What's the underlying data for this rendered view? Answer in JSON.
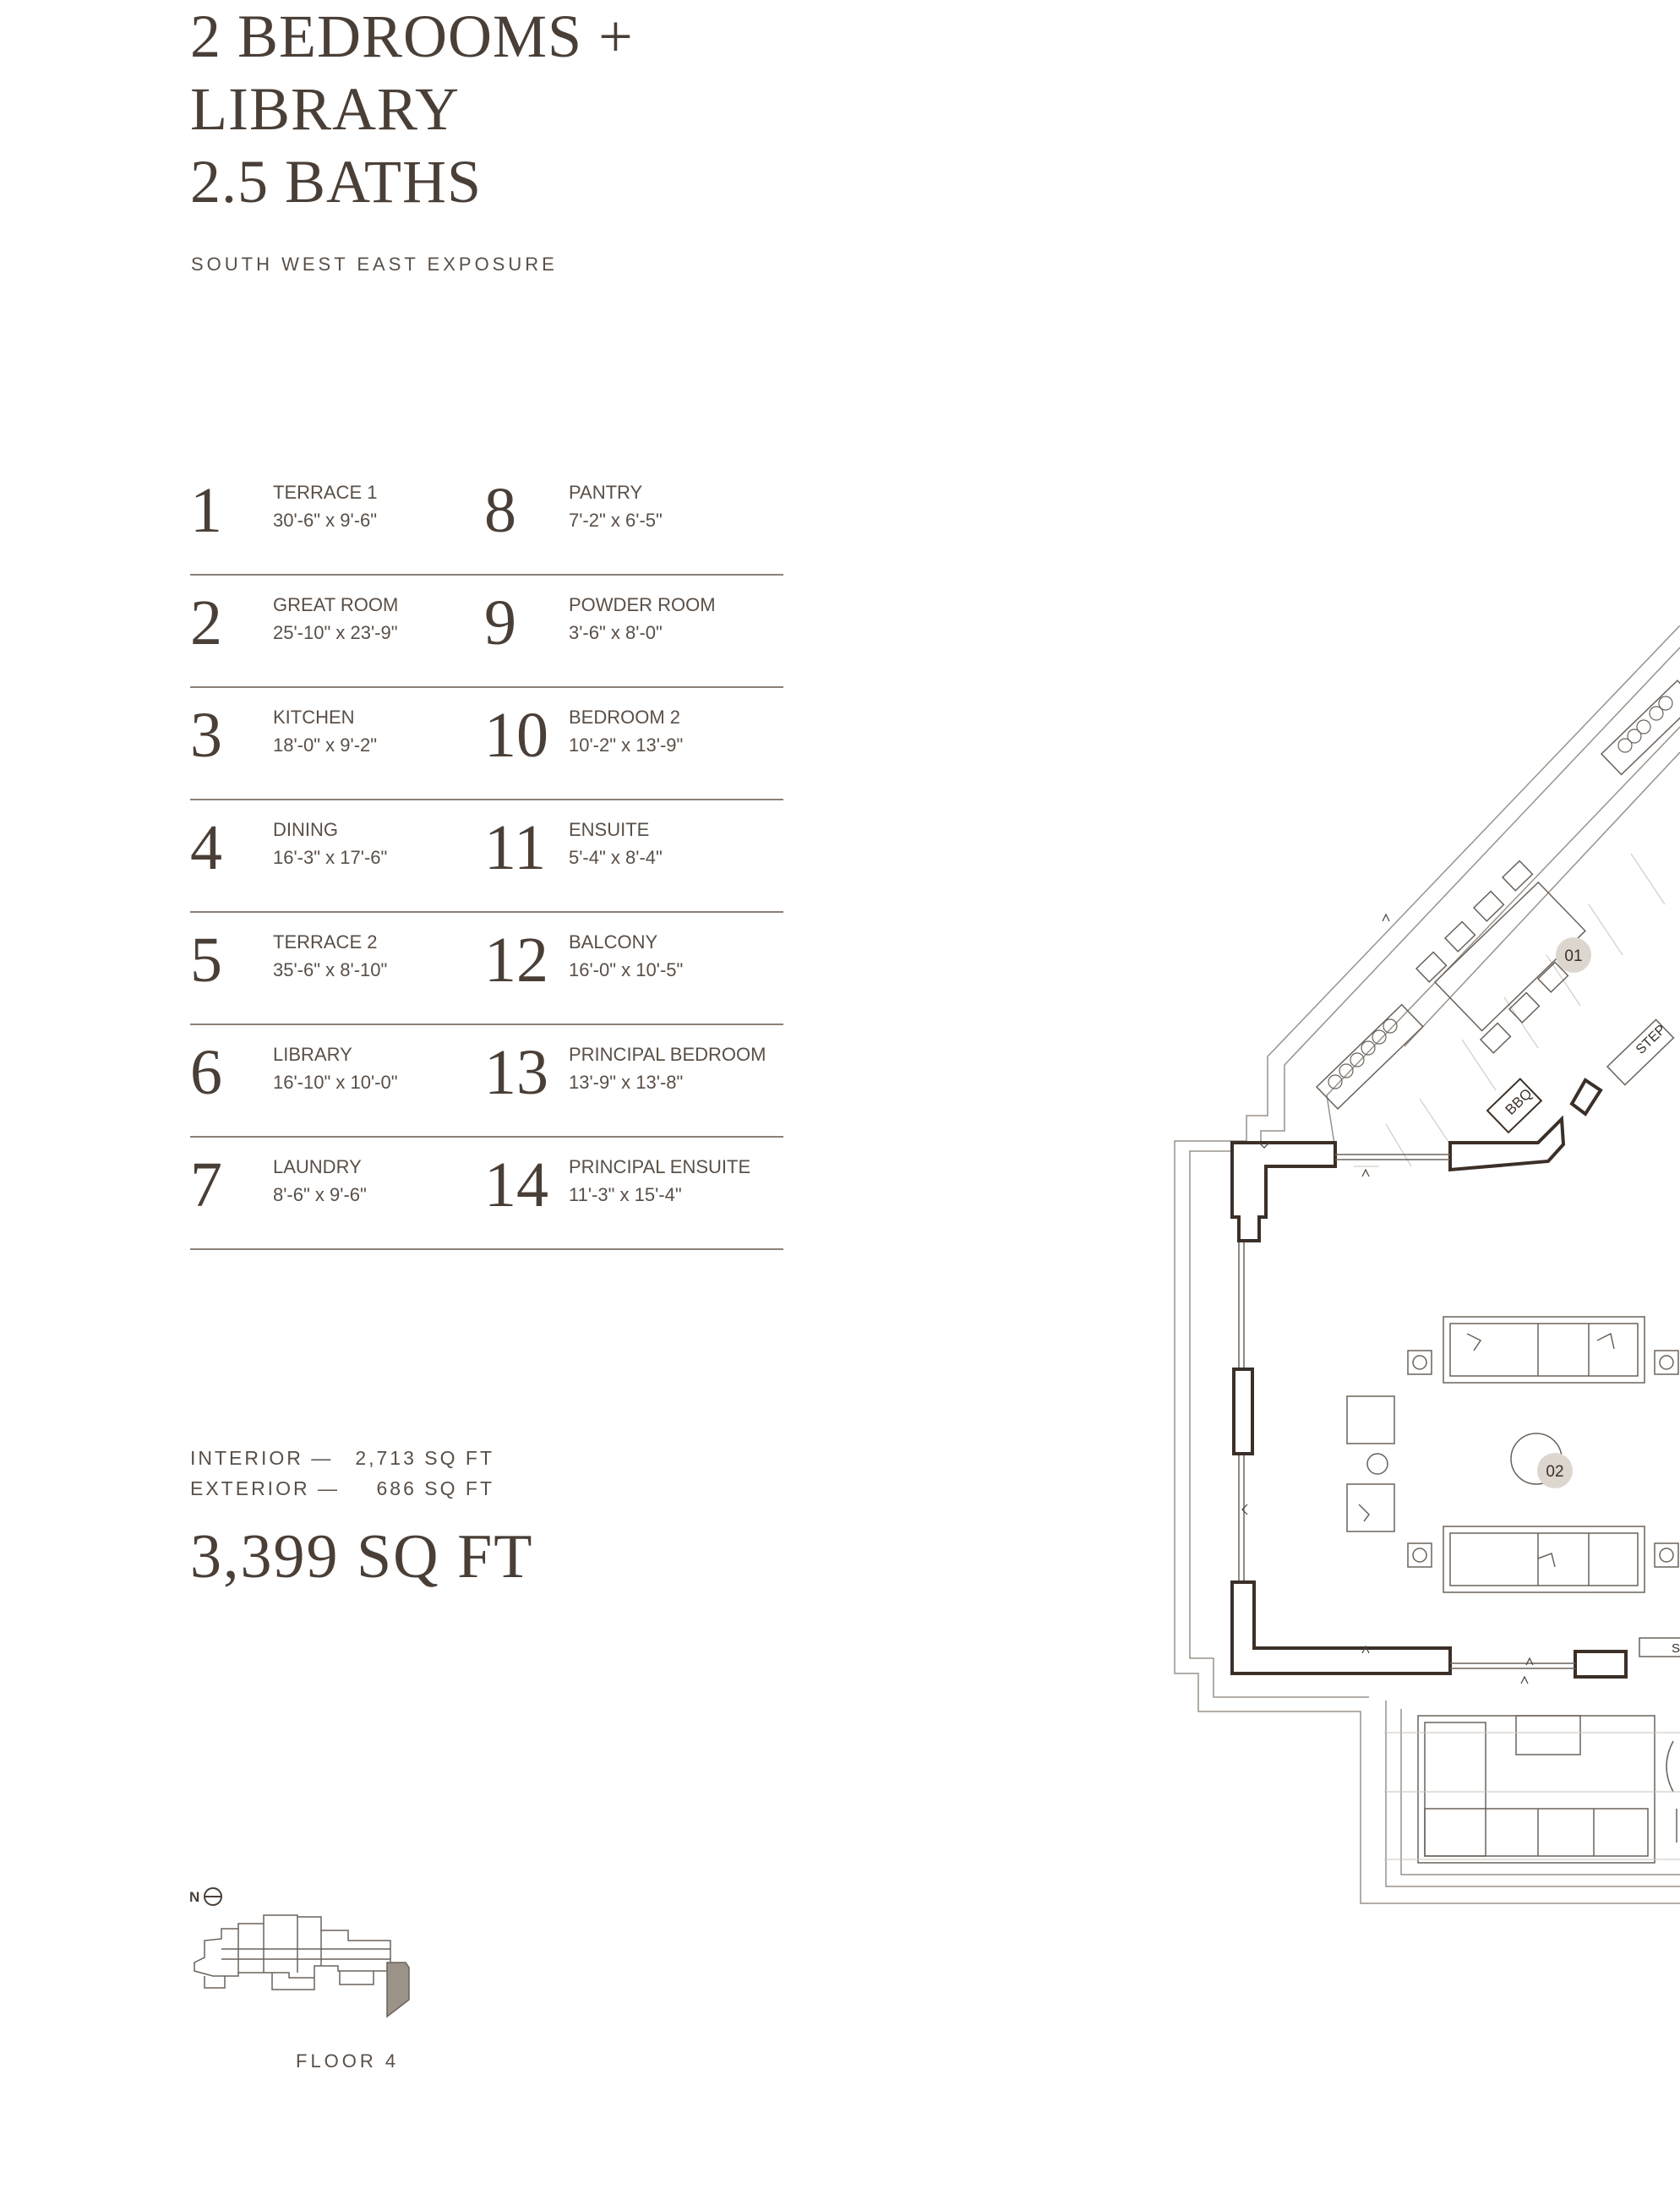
{
  "title": {
    "line1": "2 BEDROOMS +",
    "line2": "LIBRARY",
    "line3": "2.5 BATHS"
  },
  "exposure": "SOUTH WEST EAST EXPOSURE",
  "rooms": [
    {
      "num": "1",
      "name": "TERRACE 1",
      "dims": "30'-6\" x 9'-6\""
    },
    {
      "num": "8",
      "name": "PANTRY",
      "dims": "7'-2\" x 6'-5\""
    },
    {
      "num": "2",
      "name": "GREAT ROOM",
      "dims": "25'-10\" x 23'-9\""
    },
    {
      "num": "9",
      "name": "POWDER ROOM",
      "dims": "3'-6\" x 8'-0\""
    },
    {
      "num": "3",
      "name": "KITCHEN",
      "dims": "18'-0\" x 9'-2\""
    },
    {
      "num": "10",
      "name": "BEDROOM 2",
      "dims": "10'-2\" x 13'-9\""
    },
    {
      "num": "4",
      "name": "DINING",
      "dims": "16'-3\" x 17'-6\""
    },
    {
      "num": "11",
      "name": "ENSUITE",
      "dims": "5'-4\" x 8'-4\""
    },
    {
      "num": "5",
      "name": "TERRACE 2",
      "dims": "35'-6\" x 8'-10\""
    },
    {
      "num": "12",
      "name": "BALCONY",
      "dims": "16'-0\" x 10'-5\""
    },
    {
      "num": "6",
      "name": "LIBRARY",
      "dims": "16'-10\" x 10'-0\""
    },
    {
      "num": "13",
      "name": "PRINCIPAL BEDROOM",
      "dims": "13'-9\" x 13'-8\""
    },
    {
      "num": "7",
      "name": "LAUNDRY",
      "dims": "8'-6\" x 9'-6\""
    },
    {
      "num": "14",
      "name": "PRINCIPAL ENSUITE",
      "dims": "11'-3\" x 15'-4\""
    }
  ],
  "areas": {
    "interior_label": "INTERIOR —",
    "interior_value": "2,713 SQ FT",
    "exterior_label": "EXTERIOR —",
    "exterior_value": "686 SQ FT",
    "total": "3,399 SQ FT"
  },
  "keyplan": {
    "north": "N",
    "floor": "FLOOR 4"
  },
  "plan": {
    "label_01": "01",
    "label_02": "02",
    "bbq": "BBQ",
    "step": "STEP",
    "s": "S"
  },
  "colors": {
    "text": "#4a3f37",
    "wall": "#3b2f27",
    "line": "#8a8078",
    "keyplan_highlight": "#9b928a",
    "label_circle": "#ddd6cf"
  }
}
